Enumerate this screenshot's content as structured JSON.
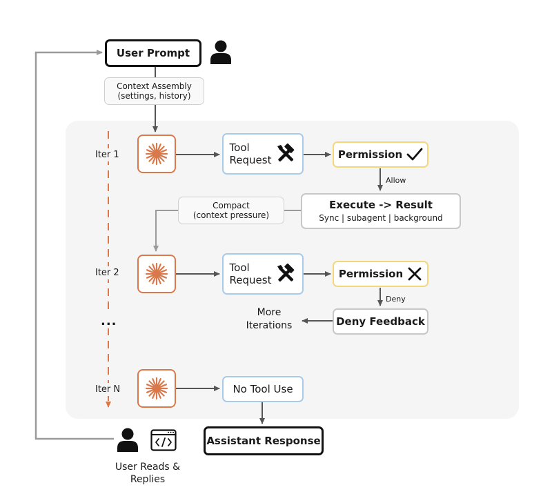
{
  "nodes": {
    "user_prompt": "User Prompt",
    "context_assembly_line1": "Context Assembly",
    "context_assembly_line2": "(settings, history)",
    "tool_request_line1": "Tool",
    "tool_request_line2": "Request",
    "permission": "Permission",
    "allow": "Allow",
    "execute_title": "Execute -> Result",
    "execute_sub": "Sync | subagent | background",
    "compact_line1": "Compact",
    "compact_line2": "(context pressure)",
    "deny": "Deny",
    "deny_feedback": "Deny Feedback",
    "more_line1": "More",
    "more_line2": "Iterations",
    "no_tool_use": "No Tool Use",
    "assistant_response": "Assistant Response",
    "user_reads_line1": "User Reads &",
    "user_reads_line2": "Replies"
  },
  "iterations": {
    "iter1": "Iter 1",
    "iter2": "Iter 2",
    "ellipsis": "...",
    "iterN": "Iter N"
  },
  "colors": {
    "agent_accent": "#d9784a",
    "tool_border": "#a8cbea",
    "permission_border": "#f4d77b",
    "panel_bg": "#f5f5f5"
  },
  "icons": [
    "person-icon",
    "agent-starburst-icon",
    "hammer-wrench-icon",
    "checkmark-icon",
    "x-icon",
    "code-window-icon"
  ]
}
